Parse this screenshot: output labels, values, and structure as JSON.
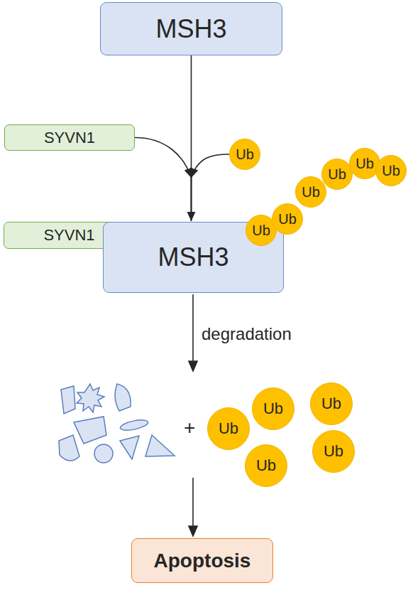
{
  "diagram": {
    "nodes": [
      {
        "text": [
          "MSH3"
        ]
      },
      {
        "text": [
          "SYVN1"
        ]
      },
      {
        "text": [
          "Ub"
        ]
      },
      {
        "text": [
          "SYVN1"
        ]
      },
      {
        "text": [
          "MSH3"
        ]
      },
      {
        "text": [
          "Ub"
        ]
      },
      {
        "text": [
          "Ub"
        ]
      },
      {
        "text": [
          "Ub"
        ]
      },
      {
        "text": [
          "Ub"
        ]
      },
      {
        "text": [
          "Ub"
        ]
      },
      {
        "text": [
          "Ub"
        ]
      },
      {
        "text": [
          "Ub"
        ]
      },
      {
        "text": [
          "Ub"
        ]
      },
      {
        "text": [
          "Ub"
        ]
      },
      {
        "text": [
          "Ub"
        ]
      },
      {
        "text": [
          "Ub"
        ]
      },
      {
        "text": [
          "Apoptosis"
        ]
      }
    ],
    "edges": [
      {
        "from": 0,
        "to": 4,
        "arrow": "to"
      },
      {
        "from": 1,
        "to": 4,
        "arrow": "to"
      },
      {
        "from": 2,
        "to": 4,
        "arrow": "to"
      }
    ],
    "labels": [
      "degradation",
      "+"
    ]
  }
}
